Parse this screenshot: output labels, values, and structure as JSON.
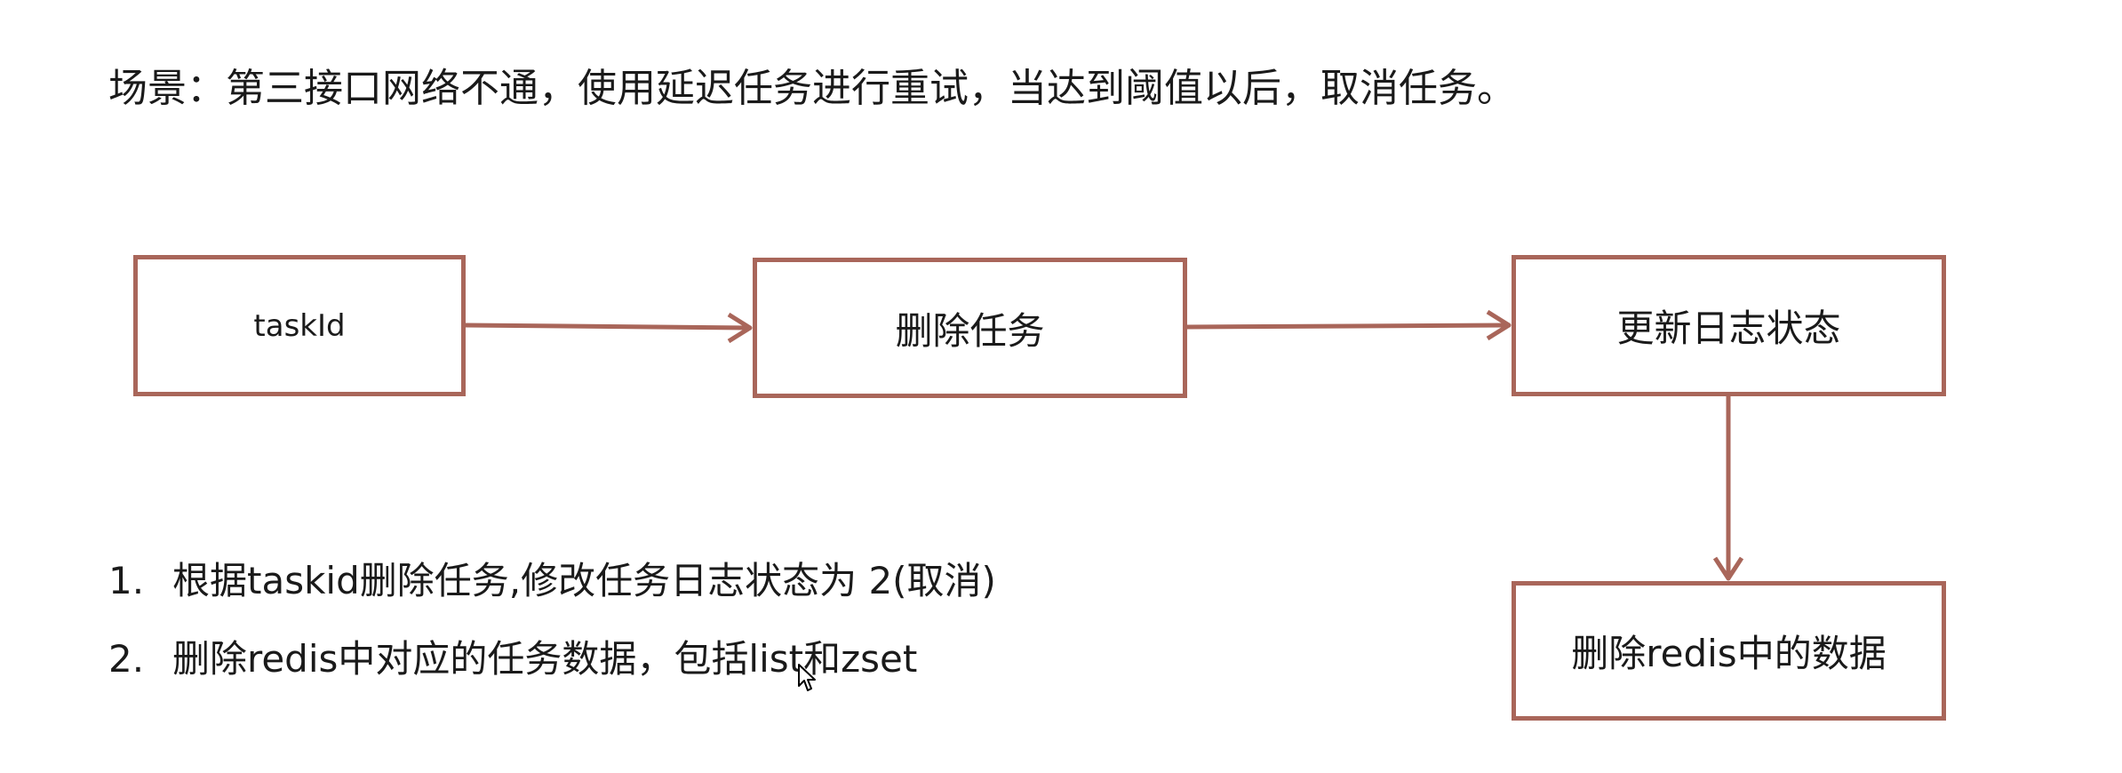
{
  "heading": "场景：第三接口网络不通，使用延迟任务进行重试，当达到阈值以后，取消任务。",
  "diagram": {
    "line_color": "#a9665a",
    "boxes": {
      "taskid": "taskId",
      "delete_task": "删除任务",
      "update_log": "更新日志状态",
      "delete_redis": "删除redis中的数据"
    }
  },
  "steps": [
    {
      "number": "1.",
      "text": "根据taskid删除任务,修改任务日志状态为 2(取消)"
    },
    {
      "number": "2.",
      "text": "删除redis中对应的任务数据，包括list和zset"
    }
  ]
}
